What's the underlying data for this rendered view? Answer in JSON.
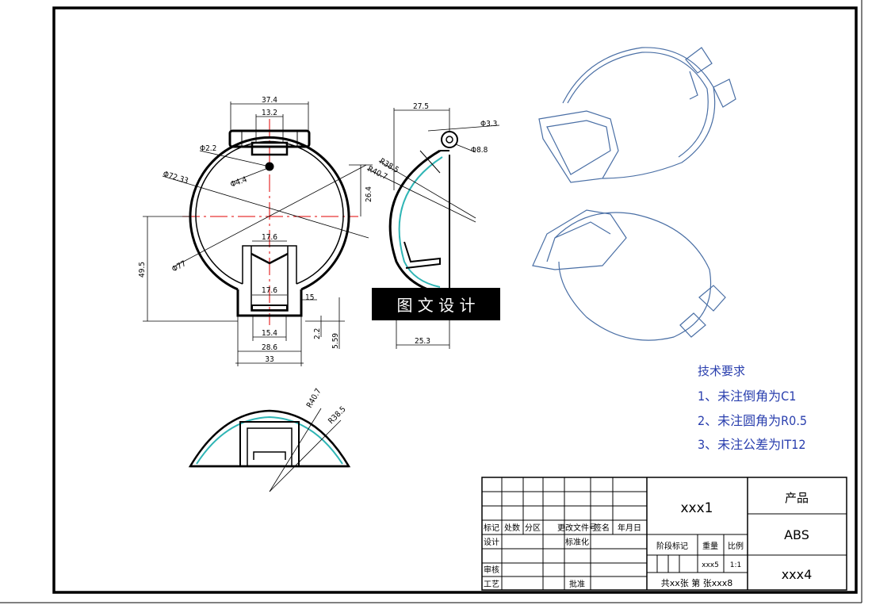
{
  "watermark": "图 文 设 计",
  "dimensions": {
    "front": {
      "w_374": "37.4",
      "w_132": "13.2",
      "d_22": "Φ2.2",
      "d_44": "Φ4.4",
      "d_7233": "Φ72.33",
      "d_77": "Φ77",
      "h_264": "26.4",
      "h_495": "49.5",
      "w_176a": "17.6",
      "w_176b": "17.6",
      "h_15": "15",
      "w_154": "15.4",
      "w_286": "28.6",
      "w_33": "33",
      "h_22": "2.2",
      "h_559": "5.59"
    },
    "side": {
      "w_275": "27.5",
      "d_33": "Φ3.3",
      "d_88": "Φ8.8",
      "r_385": "R38.5",
      "r_407": "R40.7",
      "w_253": "25.3"
    },
    "bottom": {
      "r_407": "R40.7",
      "r_385": "R38.5"
    }
  },
  "tech_requirements": {
    "title": "技术要求",
    "items": [
      "1、未注倒角为C1",
      "2、未注圆角为R0.5",
      "3、未注公差为IT12"
    ]
  },
  "title_block": {
    "headers": [
      "标记",
      "处数",
      "分区",
      "更改文件号",
      "签名",
      "年月日"
    ],
    "design": "设计",
    "standardize": "标准化",
    "check": "审核",
    "process": "工艺",
    "approve": "批准",
    "stage_mark": "阶段标记",
    "weight": "重量",
    "scale": "比例",
    "weight_value": "xxx5",
    "scale_value": "1:1",
    "sheets": "共xx张 第  张xxx8",
    "drawing_name": "xxx1",
    "product_label": "产品",
    "material": "ABS",
    "drawing_number": "xxx4"
  },
  "colors": {
    "line": "#000000",
    "center": "#e00000",
    "iso": "#4a6fa5",
    "note": "#2a3fae",
    "cyan": "#2fb5b5"
  }
}
